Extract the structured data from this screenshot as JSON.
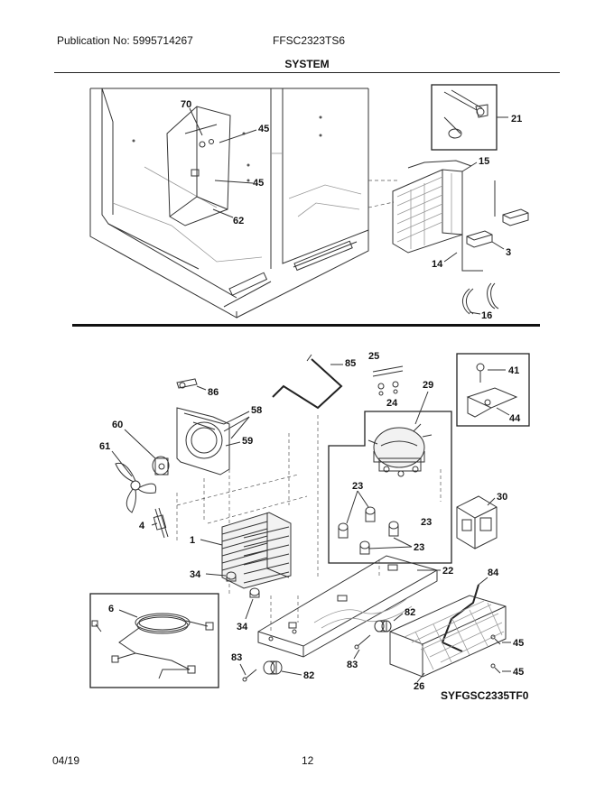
{
  "header": {
    "publication": "Publication No: 5995714267",
    "model": "FFSC2323TS6"
  },
  "section_title": "SYSTEM",
  "diagram_code": "SYFGSC2335TF0",
  "footer": {
    "date": "04/19",
    "page": "12"
  },
  "callouts": {
    "c70": "70",
    "c45a": "45",
    "c45b": "45",
    "c62": "62",
    "c21": "21",
    "c15": "15",
    "c3": "3",
    "c14": "14",
    "c16": "16",
    "c85": "85",
    "c25": "25",
    "c24": "24",
    "c29": "29",
    "c41": "41",
    "c44": "44",
    "c86": "86",
    "c58": "58",
    "c59": "59",
    "c60": "60",
    "c61": "61",
    "c23a": "23",
    "c23b": "23",
    "c23c": "23",
    "c30": "30",
    "c4": "4",
    "c1": "1",
    "c34a": "34",
    "c34b": "34",
    "c22": "22",
    "c84": "84",
    "c6": "6",
    "c82a": "82",
    "c82b": "82",
    "c83a": "83",
    "c83b": "83",
    "c45c": "45",
    "c45d": "45",
    "c26": "26"
  }
}
